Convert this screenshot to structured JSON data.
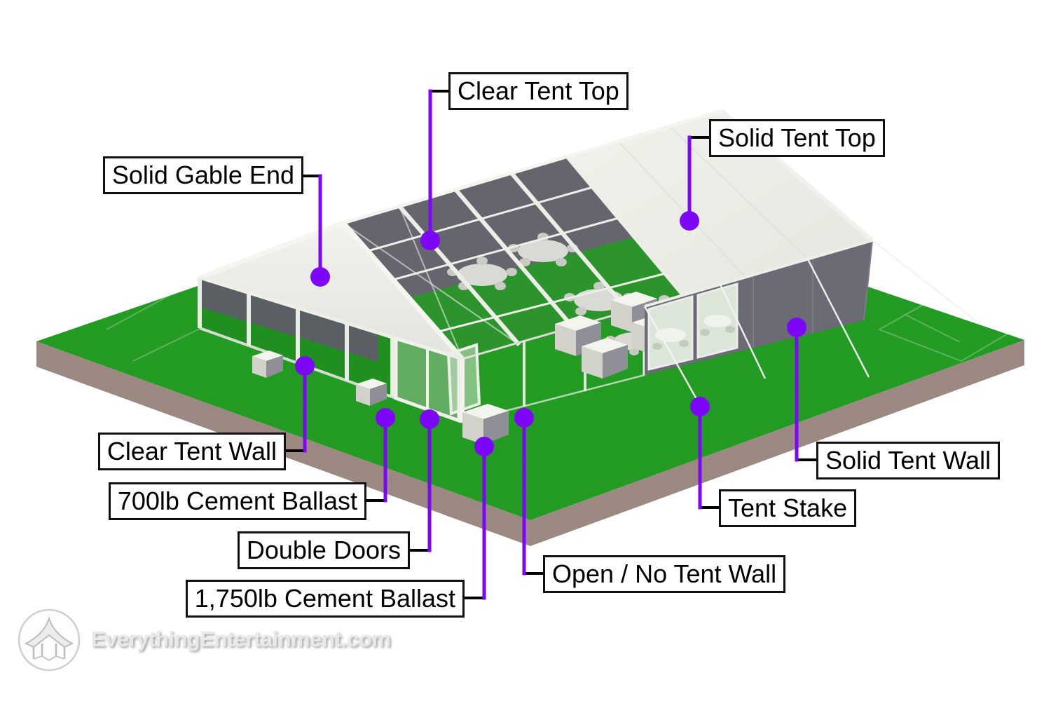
{
  "labels": [
    {
      "id": "clear-tent-top",
      "text": "Clear Tent Top"
    },
    {
      "id": "solid-tent-top",
      "text": "Solid Tent Top"
    },
    {
      "id": "solid-gable-end",
      "text": "Solid Gable End"
    },
    {
      "id": "clear-tent-wall",
      "text": "Clear Tent Wall"
    },
    {
      "id": "700lb-cement-ballast",
      "text": "700lb Cement Ballast"
    },
    {
      "id": "double-doors",
      "text": "Double Doors"
    },
    {
      "id": "1750lb-cement-ballast",
      "text": "1,750lb Cement Ballast"
    },
    {
      "id": "open-no-tent-wall",
      "text": "Open / No Tent Wall"
    },
    {
      "id": "tent-stake",
      "text": "Tent Stake"
    },
    {
      "id": "solid-tent-wall",
      "text": "Solid Tent Wall"
    }
  ],
  "watermark": {
    "text": "EverythingEntertainment.com",
    "logo": "tent-logo"
  },
  "colors": {
    "callout_purple": "#7e06f7",
    "stub_black": "#000000",
    "label_border": "#111111",
    "label_bg": "#ffffff",
    "label_text": "#000000",
    "grass": "#1f9f1f",
    "grass_interior": "#1d8f1d",
    "dirt": "#9c8b85",
    "tent_white": "#ebece5",
    "tent_fascia": "#f6f6f1",
    "wall_dark": "#5d5d67",
    "wall_gray": "#6b6b75",
    "table_gray": "#d9d9d3",
    "watermark_gray": "#e9e9e9"
  },
  "scene": {
    "description": "Isometric rendering of a large frame tent on a grass platform with dirt base",
    "parts": [
      "clear tent top",
      "solid tent top",
      "solid gable end",
      "clear tent wall",
      "700lb cement ballast",
      "double doors",
      "1,750lb cement ballast",
      "open / no tent wall",
      "tent stake",
      "solid tent wall",
      "round tables with chairs",
      "guy ropes",
      "grass platform",
      "dirt base"
    ]
  }
}
